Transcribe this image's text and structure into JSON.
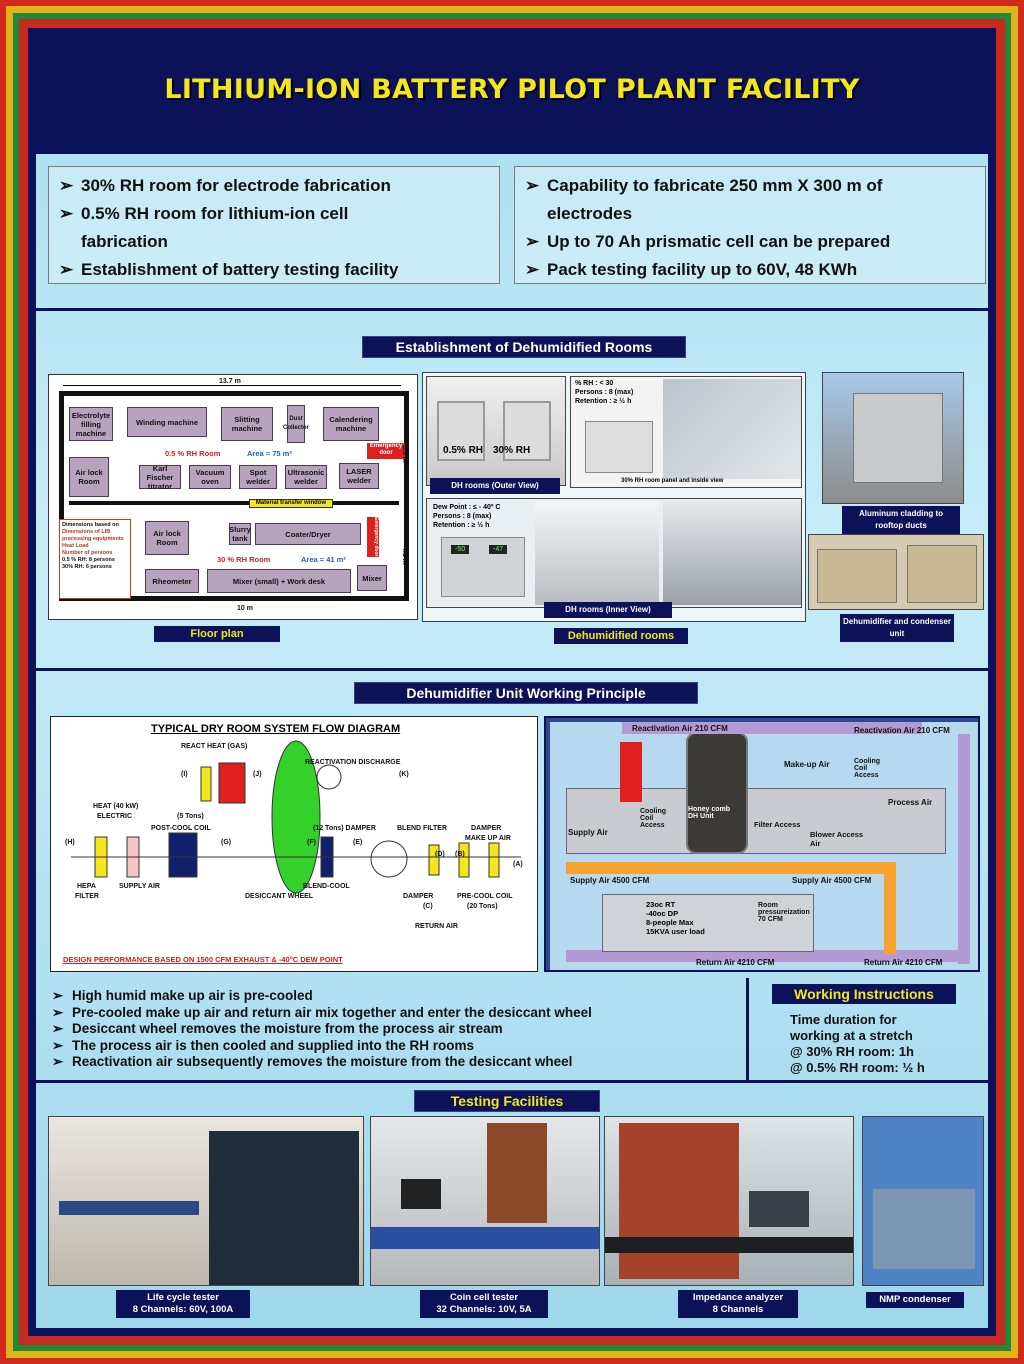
{
  "title": "LITHIUM-ION BATTERY PILOT PLANT FACILITY",
  "left_bullets": [
    "30% RH room for electrode fabrication",
    "0.5% RH room for lithium-ion cell",
    "fabrication",
    "Establishment of battery testing facility"
  ],
  "right_bullets": [
    "Capability to fabricate 250 mm X 300 m  of",
    "electrodes",
    "Up to 70 Ah prismatic cell can be prepared",
    "Pack testing facility up to 60V, 48 KWh"
  ],
  "sections": {
    "dehumidified_rooms": "Establishment  of Dehumidified Rooms",
    "working_principle": "Dehumidifier Unit  Working Principle",
    "testing": "Testing Facilities"
  },
  "floor_plan": {
    "caption": "Floor plan",
    "width_top": "13.7 m",
    "width_bottom": "10 m",
    "height_right1": "5.5 m",
    "height_right2": "4.1 m",
    "rooms": {
      "electrolyte": "Electrolyte filling machine",
      "winding": "Winding machine",
      "slitting": "Slitting machine",
      "dust": "Dust Collector",
      "calendering": "Calendering machine",
      "airlock1": "Air lock Room",
      "karl": "Karl Fischer titrator",
      "vacuum": "Vacuum oven",
      "spot": "Spot welder",
      "ultrasonic": "Ultrasonic welder",
      "laser": "LASER welder",
      "airlock2": "Air lock Room",
      "slurry": "Slurry tank",
      "coater": "Coater/Dryer",
      "rheometer": "Rheometer",
      "mixer_small": "Mixer (small)  + Work desk",
      "mixer": "Mixer",
      "emergency1": "Emergency door",
      "emergency2": "Emergency door",
      "material_window": "Material transfer window"
    },
    "rh05_label": "0.5 % RH Room",
    "area1": "Area = 75 m²",
    "rh30_label": "30 % RH Room",
    "area2": "Area = 41 m²",
    "legend": [
      "Dimensions based on",
      "Dimensions  of LIB processing equipments",
      "Heat Load",
      "Number of persons",
      "0.5 % RH: 8 persons",
      "30% RH: 6 persons"
    ]
  },
  "dh_photos": {
    "outer_caption": "DH rooms (Outer View)",
    "outer_labels": [
      "0.5% RH",
      "30% RH"
    ],
    "panel_caption": "30% RH room panel and inside view",
    "panel_specs": [
      "% RH       :  < 30",
      "Persons    :  8 (max)",
      "Retention  :  ≥ ½ h"
    ],
    "inner_specs": [
      "Dew Point :  ≤ - 40º C",
      "Persons    :  8 (max)",
      "Retention  :  ≥ ½ h"
    ],
    "inner_caption": "DH rooms (Inner View)",
    "group_caption": "Dehumidified rooms",
    "panel_readouts": [
      "-50",
      "-47"
    ],
    "rooftop_caption": "Aluminum cladding to rooftop ducts",
    "dehumidifier_caption": "Dehumidifier and condenser unit"
  },
  "flow_diagram": {
    "title": "TYPICAL DRY ROOM SYSTEM FLOW DIAGRAM",
    "labels": {
      "react_heat": "REACT HEAT (GAS)",
      "reactivation_discharge": "REACTIVATION DISCHARGE",
      "heat": "HEAT (40 kW)",
      "electric": "ELECTRIC",
      "five_tons": "(5 Tons)",
      "post_cool": "POST-COOL COIL",
      "twelve_tons": "(12 Tons) DAMPER",
      "blend_filter": "BLEND FILTER",
      "damper": "DAMPER",
      "make_up_air": "MAKE UP AIR",
      "hepa": "HEPA",
      "filter": "FILTER",
      "supply_air": "SUPPLY AIR",
      "desiccant_wheel": "DESICCANT WHEEL",
      "blend_cool": "BLEND-COOL",
      "damper_c": "DAMPER",
      "pre_cool": "PRE-COOL COIL",
      "twenty_tons": "(20 Tons)",
      "return_air": "RETURN AIR",
      "footer": "DESIGN PERFORMANCE BASED ON 1500 CFM EXHAUST & -40°C DEW POINT"
    },
    "letters": [
      "(I)",
      "(J)",
      "(K)",
      "(H)",
      "(G)",
      "(F)",
      "(E)",
      "(D)",
      "(B)",
      "(A)",
      "(C)"
    ]
  },
  "schematic": {
    "reactivation_left": "Reactivation  Air 210 CFM",
    "reactivation_right": "Reactivation  Air 210 CFM",
    "make_up_air": "Make-up Air",
    "cooling_coil_access_top": "Cooling Coil Access",
    "process_air": "Process Air",
    "supply_air": "Supply Air",
    "cooling_coil_access": "Cooling Coil Access",
    "honeycomb": "Honey comb DH Unit",
    "filter_access": "Filter Access",
    "blower_access": "Blower Access Air",
    "supply_4500_left": "Supply Air 4500 CFM",
    "supply_4500_right": "Supply Air 4500 CFM",
    "room_specs": [
      "23oc RT",
      "-40oc DP",
      "8-people Max",
      "15KVA user load"
    ],
    "room_pressure": "Room pressureization 70 CFM",
    "return_left": "Return Air 4210 CFM",
    "return_right": "Return Air 4210 CFM"
  },
  "principle_bullets": [
    "High humid make up air is pre-cooled",
    "Pre-cooled make up air and return air mix together and enter the desiccant wheel",
    "Desiccant wheel removes the moisture from the process air stream",
    "The process air is then cooled and supplied into the RH rooms",
    "Reactivation air subsequently removes the moisture from the desiccant wheel"
  ],
  "working_instructions": {
    "title": "Working Instructions",
    "lines": [
      "Time duration for",
      "working at a stretch",
      "@ 30% RH room: 1h",
      "@ 0.5% RH room: ½ h"
    ]
  },
  "testing": [
    {
      "line1": "Life cycle tester",
      "line2": "8 Channels: 60V, 100A"
    },
    {
      "line1": "Coin cell tester",
      "line2": "32 Channels: 10V, 5A"
    },
    {
      "line1": "Impedance analyzer",
      "line2": "8 Channels"
    },
    {
      "line1": "NMP condenser",
      "line2": ""
    }
  ]
}
